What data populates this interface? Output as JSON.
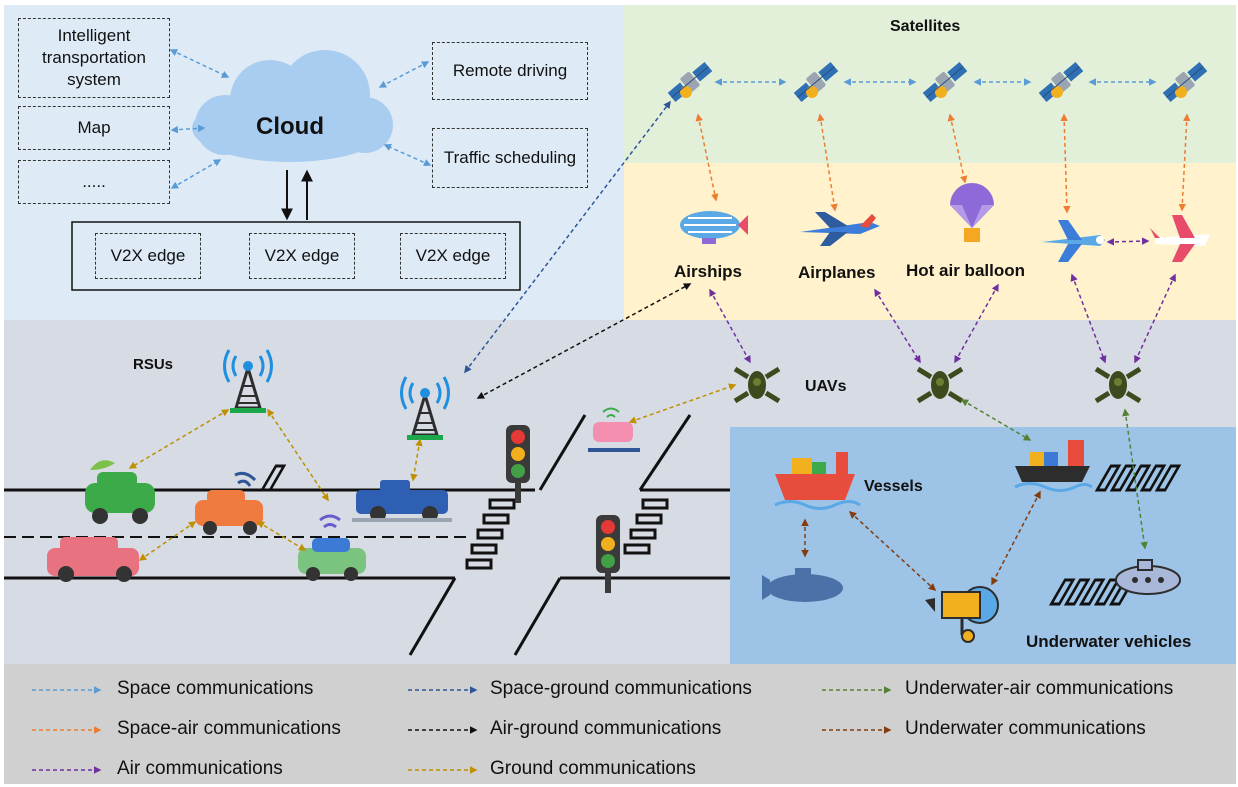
{
  "cloud": {
    "title": "Cloud",
    "left_boxes": [
      "Intelligent transportation system",
      "Map",
      "....."
    ],
    "right_boxes": [
      "Remote driving",
      "Traffic scheduling"
    ],
    "edges": [
      "V2X edge",
      "V2X edge",
      "V2X edge"
    ]
  },
  "space": {
    "title": "Satellites"
  },
  "air": {
    "labels": [
      "Airships",
      "Airplanes",
      "Hot air balloon"
    ]
  },
  "ground": {
    "rsu_label": "RSUs",
    "uav_label": "UAVs"
  },
  "underwater": {
    "vessels_label": "Vessels",
    "underwater_label": "Underwater vehicles"
  },
  "legend": [
    {
      "label": "Space communications",
      "color": "#5b9bd5"
    },
    {
      "label": "Space-ground communications",
      "color": "#2f5597"
    },
    {
      "label": "Underwater-air communications",
      "color": "#548235"
    },
    {
      "label": "Space-air communications",
      "color": "#ed7d31"
    },
    {
      "label": "Air-ground communications",
      "color": "#111111"
    },
    {
      "label": "Underwater communications",
      "color": "#843c0c"
    },
    {
      "label": "Air communications",
      "color": "#7030a0"
    },
    {
      "label": "Ground communications",
      "color": "#bf9000"
    }
  ]
}
